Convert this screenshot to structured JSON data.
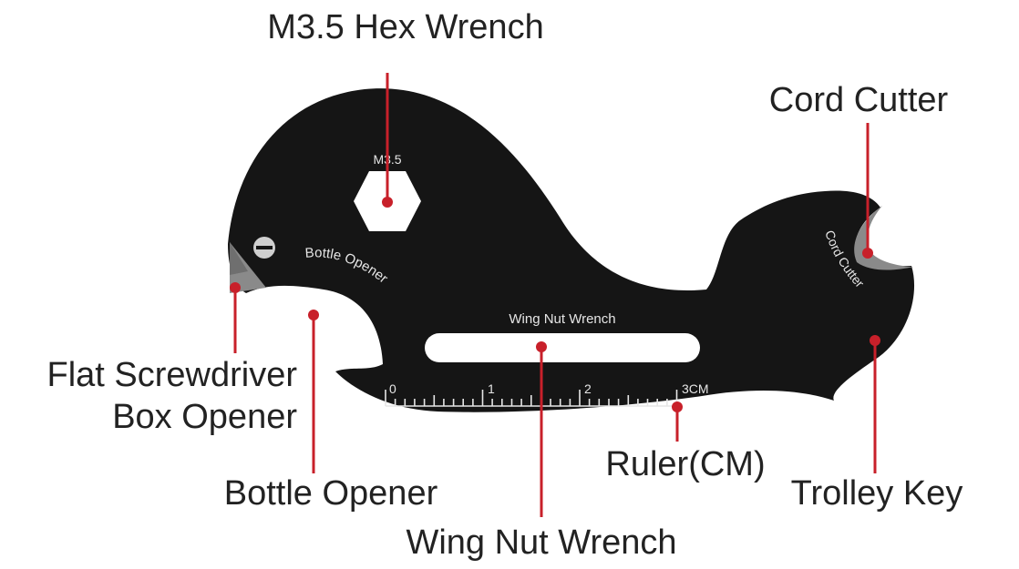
{
  "callouts": {
    "hex_wrench": "M3.5 Hex Wrench",
    "cord_cutter": "Cord Cutter",
    "flat_screwdriver": "Flat Screwdriver",
    "box_opener": "Box Opener",
    "bottle_opener": "Bottle Opener",
    "wing_nut_wrench": "Wing Nut Wrench",
    "ruler": "Ruler(CM)",
    "trolley_key": "Trolley Key"
  },
  "engravings": {
    "hex_size": "M3.5",
    "bottle_opener": "Bottle Opener",
    "wing_nut_wrench": "Wing Nut Wrench",
    "cord_cutter": "Cord Cutter",
    "ruler_ticks": [
      "0",
      "1",
      "2",
      "3CM"
    ]
  },
  "colors": {
    "tool_body": "#151515",
    "leader": "#c8202a",
    "blade": "#8a8a8a",
    "text": "#222222"
  }
}
